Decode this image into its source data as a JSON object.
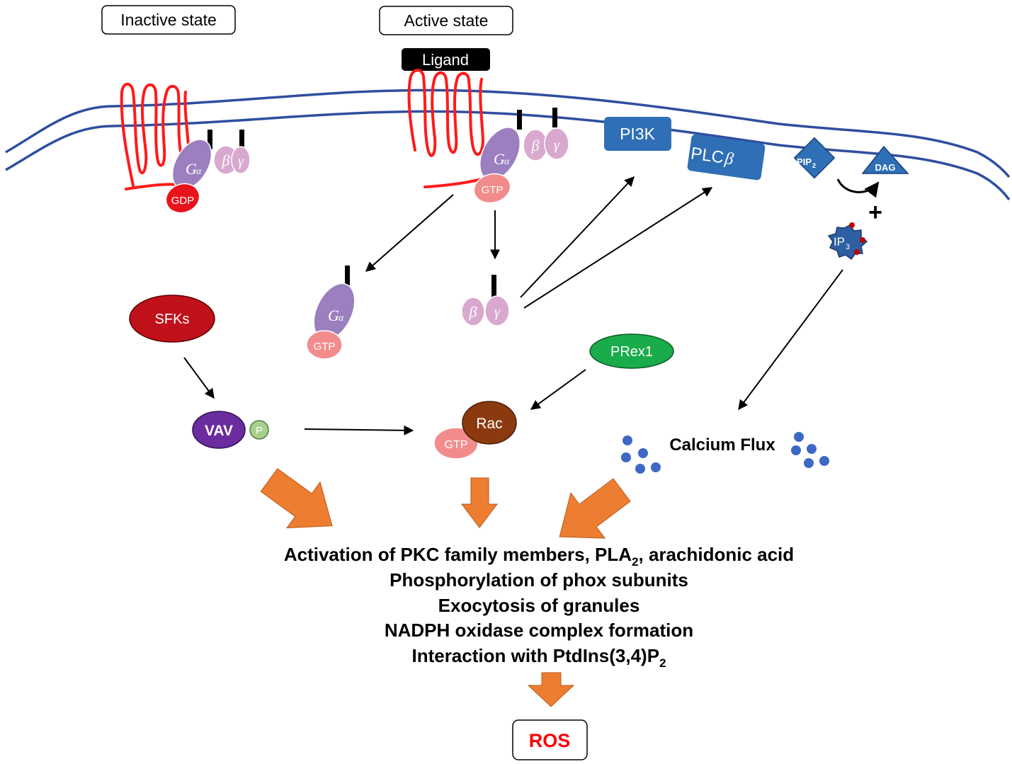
{
  "states": {
    "inactive": "Inactive state",
    "active": "Active state"
  },
  "ligand": "Ligand",
  "g_alpha": {
    "g": "G",
    "alpha": "α"
  },
  "beta": "β",
  "gamma": "γ",
  "gdp": "GDP",
  "gtp": "GTP",
  "pi3k": "PI3K",
  "plcb": {
    "base": "PLC",
    "greek": "β"
  },
  "pip2": {
    "base": "PIP",
    "sub": "2"
  },
  "dag": "DAG",
  "plus": "+",
  "ip3": {
    "base": "IP",
    "sub": "3"
  },
  "sfks": "SFKs",
  "vav": "VAV",
  "p": "P",
  "prex1": "PRex1",
  "rac": "Rac",
  "calcium_flux": "Calcium Flux",
  "outcomes": {
    "line1_a": "Activation of PKC family members, PLA",
    "line1_sub": "2",
    "line1_b": ", arachidonic acid",
    "line2": "Phosphorylation of phox subunits",
    "line3": "Exocytosis of granules",
    "line4": "NADPH oxidase complex formation",
    "line5_a": "Interaction with PtdIns(3,4)P",
    "line5_sub": "2"
  },
  "ros": "ROS",
  "colors": {
    "membrane": "#2e4f9f",
    "receptor": "#ff1a1a",
    "g_alpha": "#9b7fbf",
    "beta_gamma": "#d9a8cf",
    "gtp": "#f28c8c",
    "gdp": "#e8141c",
    "kinase_box": "#2e6fb5",
    "sfks": "#c0111a",
    "vav": "#6b2c9e",
    "p": "#a8d08d",
    "prex1": "#1aab4b",
    "rac": "#8b3a0f",
    "calcium_dot": "#3d68c4",
    "orange_arrow": "#ed7d31",
    "ros_text": "#ff0000"
  }
}
